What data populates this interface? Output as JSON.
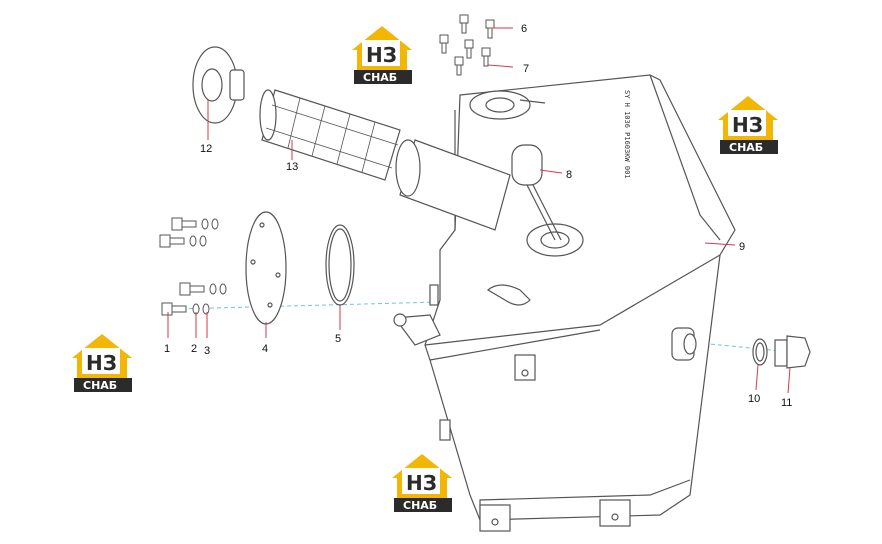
{
  "logos": [
    {
      "letters": "НЗ",
      "caption": "СНАБ"
    },
    {
      "letters": "НЗ",
      "caption": "СНАБ"
    },
    {
      "letters": "НЗ",
      "caption": "СНАБ"
    },
    {
      "letters": "НЗ",
      "caption": "СНАБ"
    }
  ],
  "part_marking": "SY H 1036 P1603KW 001",
  "callouts": [
    {
      "number": "1"
    },
    {
      "number": "2"
    },
    {
      "number": "3"
    },
    {
      "number": "4"
    },
    {
      "number": "5"
    },
    {
      "number": "6"
    },
    {
      "number": "7"
    },
    {
      "number": "8"
    },
    {
      "number": "9"
    },
    {
      "number": "10"
    },
    {
      "number": "11"
    },
    {
      "number": "12"
    },
    {
      "number": "13"
    }
  ],
  "colors": {
    "line": "#555555",
    "leader": "#d33a4a",
    "centerline": "#6fc7d2",
    "logo_yellow": "#f2b705",
    "logo_dark": "#2b2b2b"
  }
}
